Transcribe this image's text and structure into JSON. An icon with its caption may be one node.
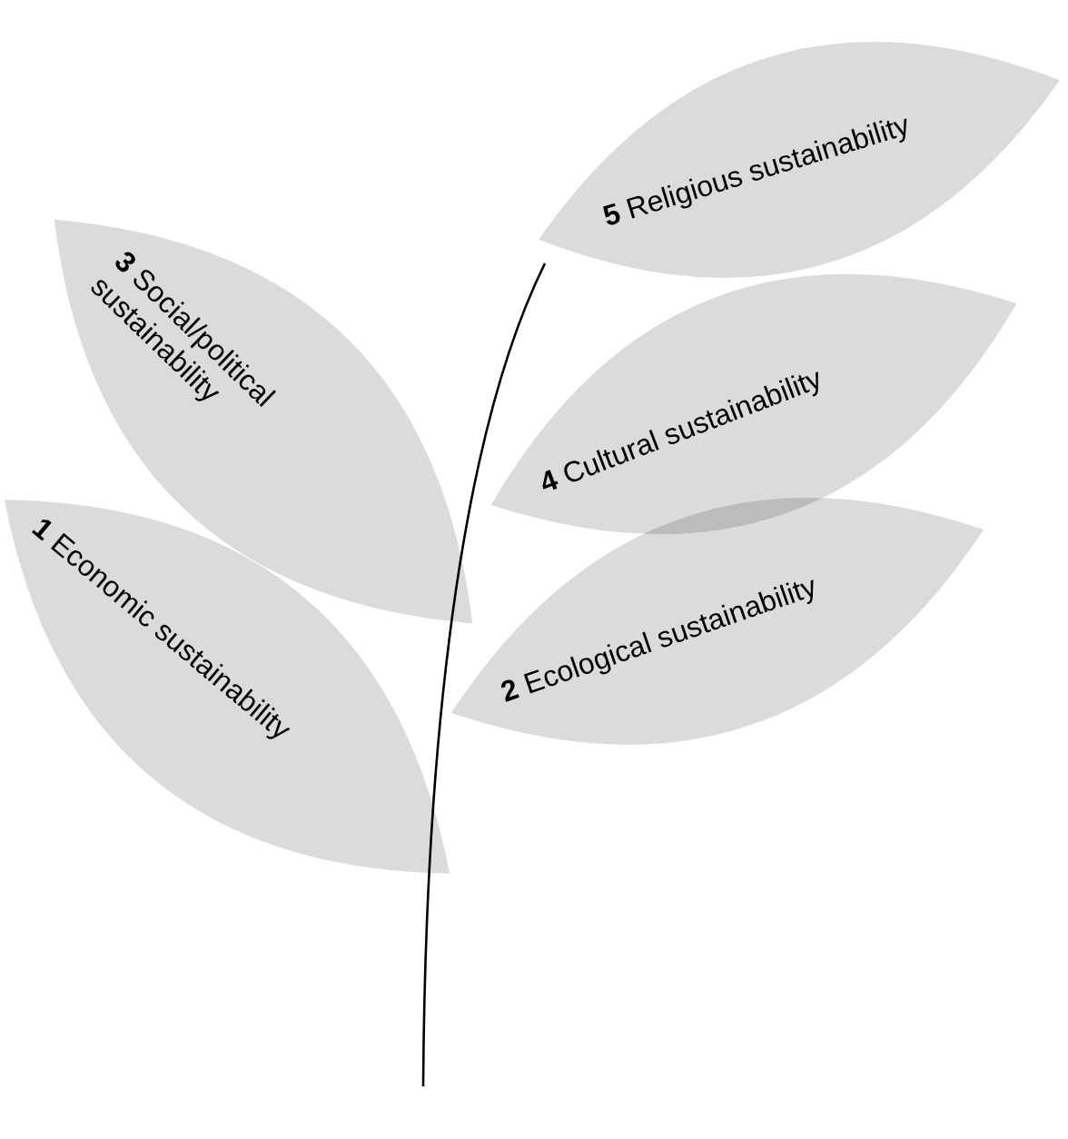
{
  "diagram": {
    "nodes": [
      {
        "text": [
          "**5** Religious sustainability"
        ]
      },
      {
        "text": [
          "**3** Social/political sustainability"
        ]
      },
      {
        "text": [
          "**4** Cultural sustainability"
        ]
      },
      {
        "text": [
          "**1** Economic sustainability"
        ]
      },
      {
        "text": [
          "**2** Ecological sustainability"
        ]
      }
    ]
  }
}
